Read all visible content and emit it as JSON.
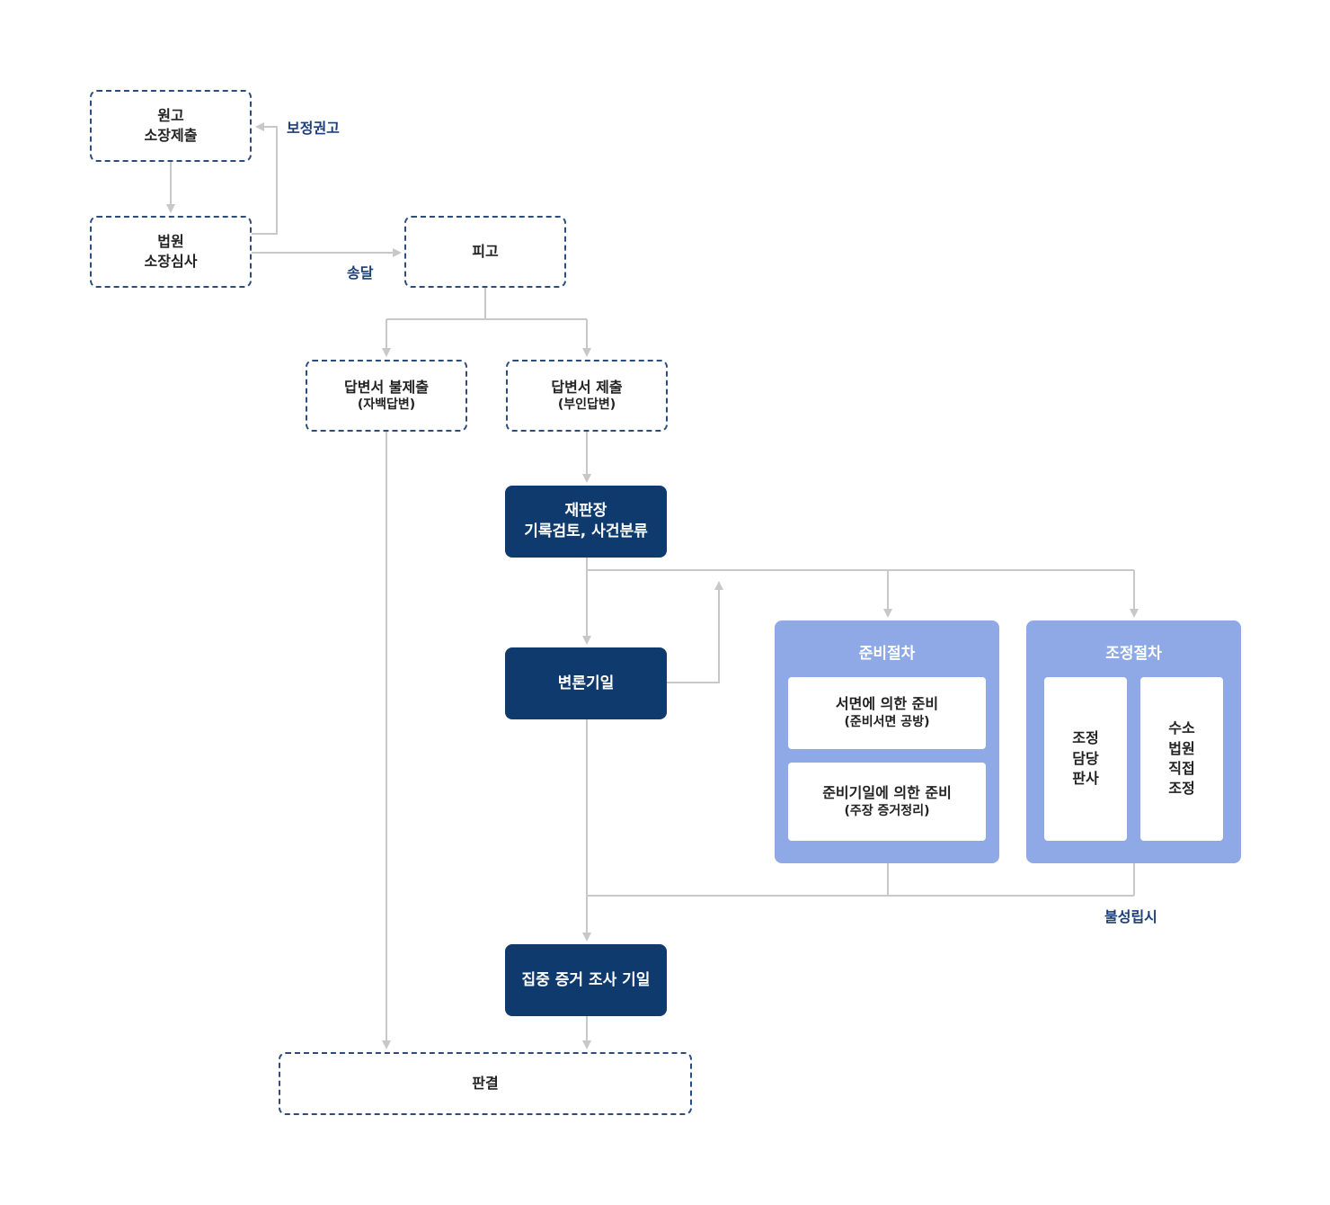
{
  "colors": {
    "connector": "#c8c8c8",
    "dashed_border": "#2b4c7e",
    "solid_box": "#0f3a6e",
    "panel": "#8ea9e6",
    "label_text": "#1d3f78"
  },
  "nodes": {
    "plaintiff": {
      "line1": "원고",
      "line2": "소장제출"
    },
    "court": {
      "line1": "법원",
      "line2": "소장심사"
    },
    "defendant": {
      "label": "피고"
    },
    "no_answer": {
      "line1": "답변서 불제출",
      "line2": "(자백답변)"
    },
    "answer": {
      "line1": "답변서 제출",
      "line2": "(부인답변)"
    },
    "review": {
      "line1": "재판장",
      "line2": "기록검토, 사건분류"
    },
    "hearing": {
      "label": "변론기일"
    },
    "evidence": {
      "label": "집중 증거 조사 기일"
    },
    "judgment": {
      "label": "판결"
    }
  },
  "prep_panel": {
    "title": "준비절차",
    "items": [
      {
        "line1": "서면에 의한 준비",
        "line2": "(준비서면 공방)"
      },
      {
        "line1": "준비기일에 의한 준비",
        "line2": "(주장 증거정리)"
      }
    ]
  },
  "mediation_panel": {
    "title": "조정절차",
    "items": [
      {
        "text": "조정\n담당\n판사"
      },
      {
        "text": "수소\n법원\n직접\n조정"
      }
    ]
  },
  "labels": {
    "correction": "보정권고",
    "delivery": "송달",
    "failure": "불성립시"
  }
}
